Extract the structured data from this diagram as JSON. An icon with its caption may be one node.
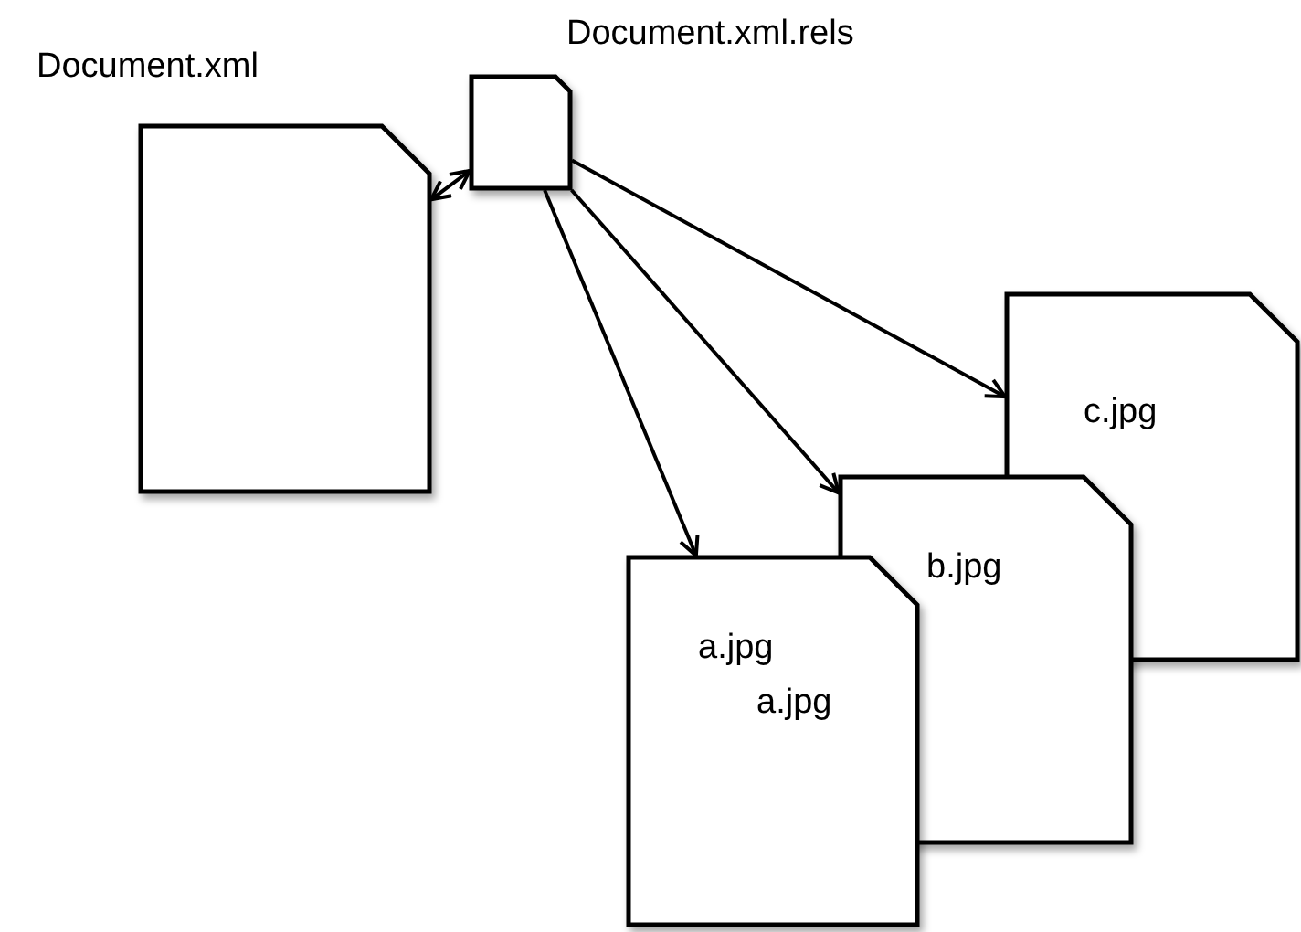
{
  "diagram": {
    "nodes": [
      {
        "text": [
          "Document.xml"
        ]
      },
      {
        "text": [
          "Document.xml.rels"
        ]
      },
      {
        "text": [
          "c.jpg"
        ]
      },
      {
        "text": [
          "b.jpg"
        ]
      },
      {
        "text": [
          "a.jpg",
          "a.jpg"
        ]
      }
    ],
    "edges": [
      {
        "from": 0,
        "to": 1,
        "arrow": "both"
      },
      {
        "from": 1,
        "to": 2,
        "arrow": "to"
      },
      {
        "from": 1,
        "to": 3,
        "arrow": "to"
      },
      {
        "from": 1,
        "to": 4,
        "arrow": "to"
      }
    ]
  }
}
